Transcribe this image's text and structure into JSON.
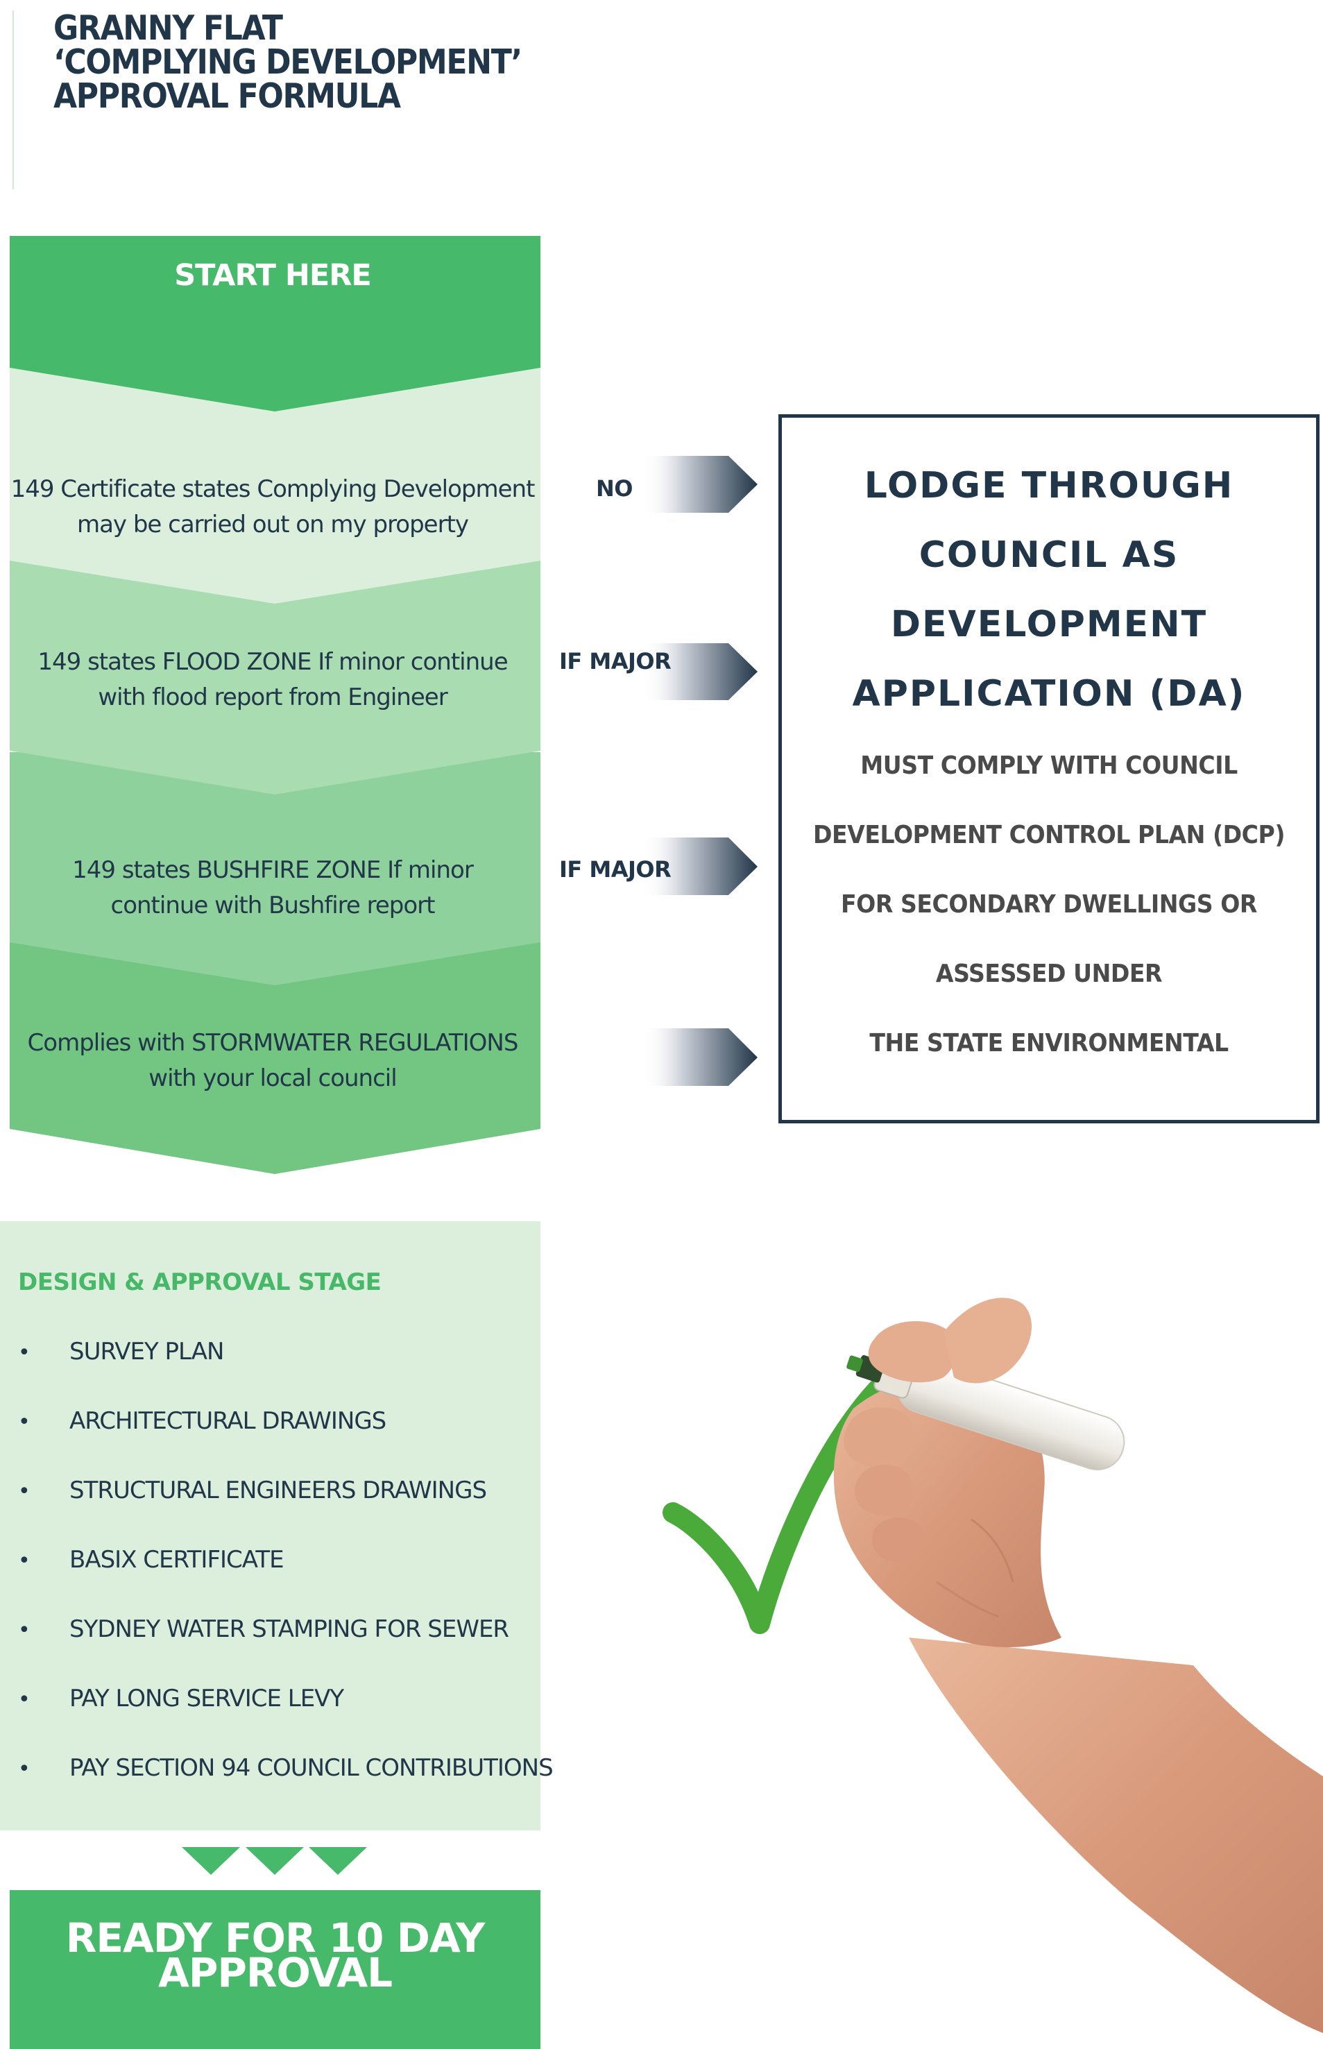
{
  "title": {
    "lines": [
      "GRANNY FLAT",
      "‘COMPLYING DEVELOPMENT’",
      "APPROVAL FORMULA"
    ]
  },
  "flow": {
    "start_label": "START HERE",
    "steps": [
      {
        "lines": [
          "149 Certificate states Complying Development",
          "may be carried out on my property"
        ],
        "arrow_label": "NO"
      },
      {
        "lines": [
          "149 states FLOOD ZONE If minor continue",
          "with flood report from  Engineer"
        ],
        "arrow_label": "IF MAJOR"
      },
      {
        "lines": [
          "149 states BUSHFIRE ZONE If minor",
          "continue with Bushfire report"
        ],
        "arrow_label": "IF MAJOR"
      },
      {
        "lines": [
          "Complies with STORMWATER REGULATIONS",
          "with your local council"
        ],
        "arrow_label": ""
      }
    ]
  },
  "da_box": {
    "heading_lines": [
      "LODGE THROUGH",
      "COUNCIL AS",
      "DEVELOPMENT",
      "APPLICATION (DA)"
    ],
    "body_lines": [
      "MUST COMPLY WITH COUNCIL",
      "DEVELOPMENT CONTROL PLAN (DCP)",
      "FOR SECONDARY DWELLINGS OR",
      "ASSESSED UNDER",
      "THE STATE ENVIRONMENTAL"
    ]
  },
  "design_stage": {
    "heading": "DESIGN  &  APPROVAL STAGE",
    "bullet": "•",
    "items": [
      "SURVEY PLAN",
      "ARCHITECTURAL DRAWINGS",
      "STRUCTURAL ENGINEERS DRAWINGS",
      "BASIX CERTIFICATE",
      "SYDNEY WATER STAMPING FOR SEWER",
      "PAY LONG SERVICE LEVY",
      "PAY SECTION 94 COUNCIL CONTRIBUTIONS"
    ]
  },
  "ready": {
    "lines": [
      "READY FOR 10 DAY",
      "APPROVAL"
    ]
  },
  "illustration": {
    "icon": "hand-drawing-checkmark-icon"
  },
  "colors": {
    "navy": "#213649",
    "green": "#46b96a",
    "green_light": "#dcefdc",
    "green_mid1": "#c9e8cd",
    "green_mid2": "#a9dcb0",
    "green_mid3": "#8fd19d",
    "green_mid4": "#72c682",
    "check_green": "#4aaa3a"
  }
}
